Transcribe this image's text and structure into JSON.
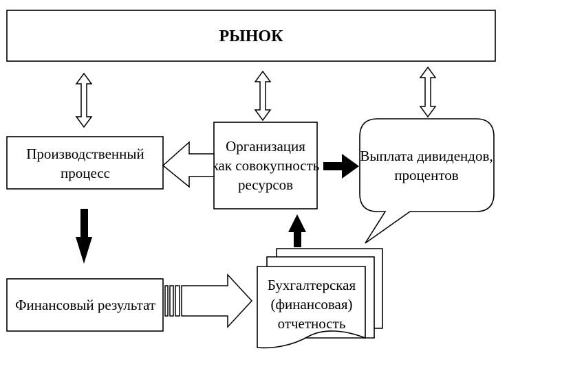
{
  "diagram": {
    "market": "РЫНОК",
    "production": [
      "Производственный",
      "процесс"
    ],
    "organization": [
      "Организация",
      "как совокупность",
      "ресурсов"
    ],
    "dividends": [
      "Выплата дивидендов,",
      "процентов"
    ],
    "financial_result": "Финансовый результат",
    "reporting": [
      "Бухгалтерская",
      "(финансовая)",
      "отчетность"
    ]
  }
}
